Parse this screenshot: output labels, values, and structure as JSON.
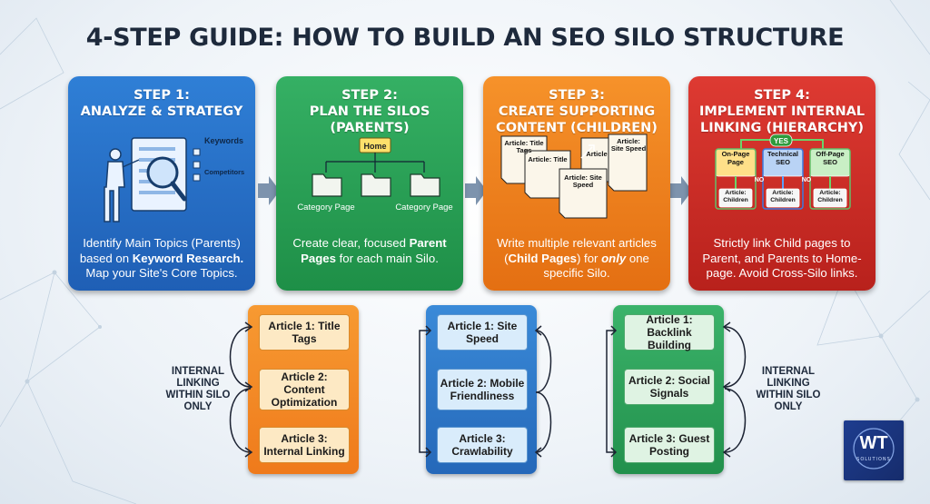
{
  "title": "4-STEP GUIDE: HOW TO BUILD AN SEO SILO STRUCTURE",
  "steps": [
    {
      "head1": "STEP 1:",
      "head2": "ANALYZE & STRATEGY",
      "keywords": "Keywords",
      "competitors": "Competitors",
      "desc_pre": "Identify Main Topics (Parents) based on ",
      "desc_bold": "Keyword Research.",
      "desc_post": " Map your Site's Core Topics."
    },
    {
      "head1": "STEP 2:",
      "head2": "PLAN THE SILOS",
      "head3": "(PARENTS)",
      "home": "Home",
      "cat_left": "Category Page",
      "cat_right": "Category Page",
      "desc_pre": "Create clear, focused ",
      "desc_bold": "Parent Pages",
      "desc_post": " for each main Silo."
    },
    {
      "head1": "STEP 3:",
      "head2": "CREATE SUPPORTING",
      "head3": "CONTENT (CHILDREN)",
      "doc1": "Article: Title Tags",
      "doc2": "Article: Title",
      "doc3": "Article: Site Speed",
      "doc4": "Article: Site Speed",
      "doc5": "Article",
      "desc_pre": "Write multiple relevant articles (",
      "desc_bold": "Child Pages",
      "desc_mid": ") for ",
      "desc_italic": "only",
      "desc_post": " one specific Silo."
    },
    {
      "head1": "STEP 4:",
      "head2": "IMPLEMENT INTERNAL",
      "head3": "LINKING (HIERARCHY)",
      "yes": "YES",
      "no1": "NO",
      "no2": "NO",
      "col1": "On-Page Page",
      "col2": "Technical SEO",
      "col3": "Off-Page SEO",
      "child": "Article: Children",
      "desc": "Strictly link Child pages to Parent, and Parents to Home-page. Avoid Cross-Silo links."
    }
  ],
  "silos": [
    {
      "cards": [
        "Article 1: Title Tags",
        "Article 2: Content Optimization",
        "Article 3: Internal Linking"
      ]
    },
    {
      "cards": [
        "Article 1: Site Speed",
        "Article 2: Mobile Friendliness",
        "Article 3: Crawlability"
      ]
    },
    {
      "cards": [
        "Article 1: Backlink Building",
        "Article 2: Social Signals",
        "Article 3: Guest Posting"
      ]
    }
  ],
  "linking_label": "INTERNAL LINKING WITHIN SILO ONLY",
  "logo": {
    "mark": "WT",
    "sub": "SOLUTIONS"
  },
  "colors": {
    "blue": "#2f7fd6",
    "green": "#35b064",
    "orange": "#f6922a",
    "red": "#de3a32"
  }
}
